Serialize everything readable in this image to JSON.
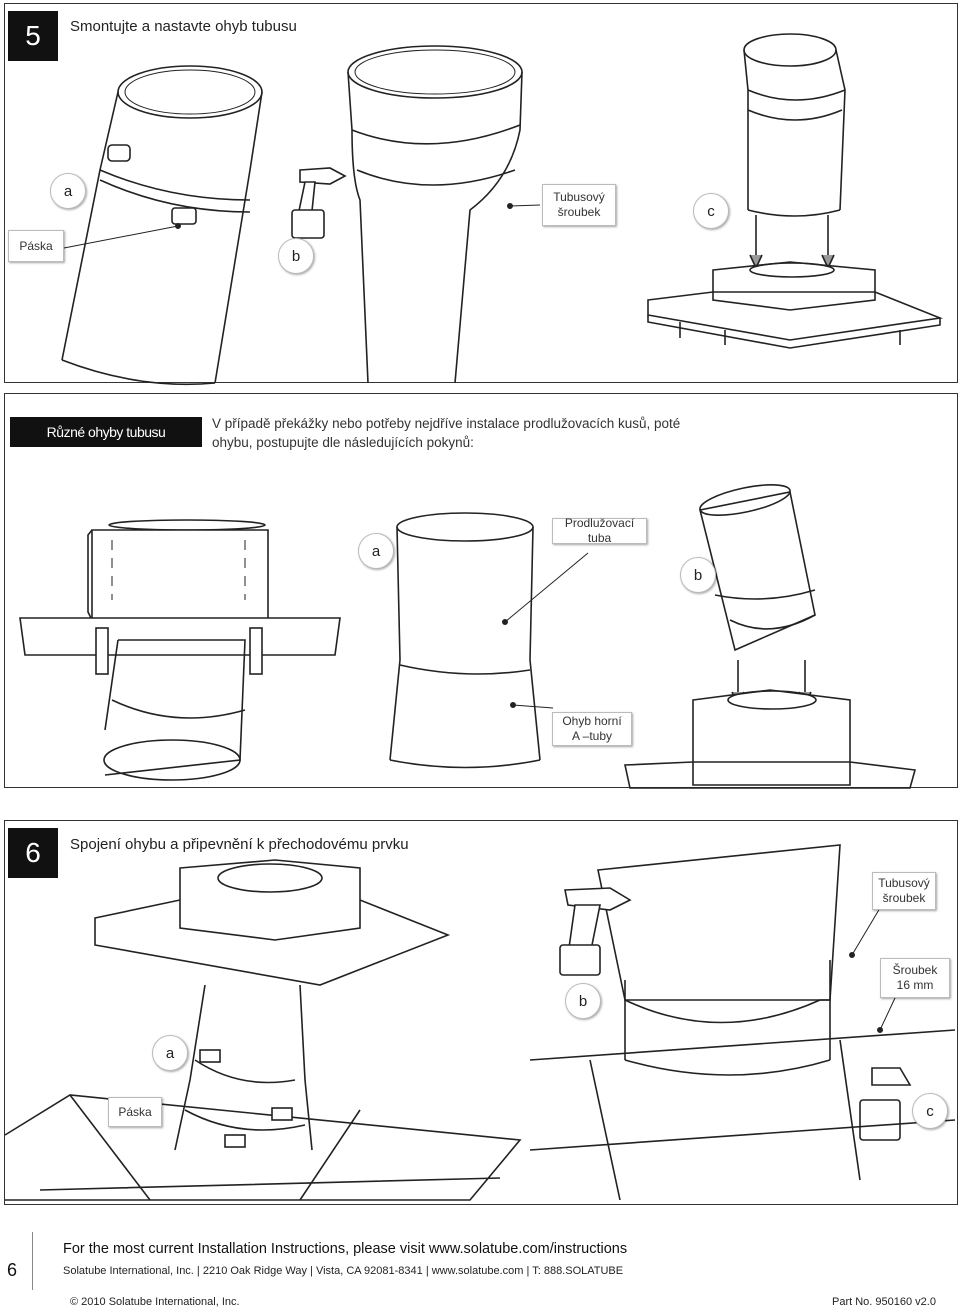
{
  "step5": {
    "number": "5",
    "title": "Smontujte a nastavte ohyb tubusu",
    "callouts": {
      "a": "a",
      "b": "b",
      "c": "c",
      "tape": "Páska",
      "screw": "Tubusový šroubek"
    }
  },
  "bends": {
    "label": "Různé ohyby tubusu",
    "text": "V případě překážky nebo potřeby nejdříve instalace prodlužovacích kusů, poté ohybu, postupujte dle následujících pokynů:",
    "callouts": {
      "a": "a",
      "b": "b",
      "extension": "Prodlužovací tuba",
      "upper_bend": "Ohyb horní A –tuby"
    }
  },
  "step6": {
    "number": "6",
    "title": "Spojení ohybu a připevnění k přechodovému prvku",
    "callouts": {
      "screw": "Tubusový šroubek",
      "screw16": "Šroubek 16 mm",
      "a": "a",
      "b": "b",
      "c": "c",
      "tape": "Páska"
    }
  },
  "footer": {
    "page_number": "6",
    "line1": "For the most current Installation Instructions, please visit www.solatube.com/instructions",
    "line2": "Solatube International, Inc.  |  2210 Oak Ridge Way  |  Vista, CA 92081-8341  |  www.solatube.com  |  T: 888.SOLATUBE",
    "copyright": "© 2010 Solatube International, Inc.",
    "part_no": "Part No. 950160 v2.0"
  }
}
